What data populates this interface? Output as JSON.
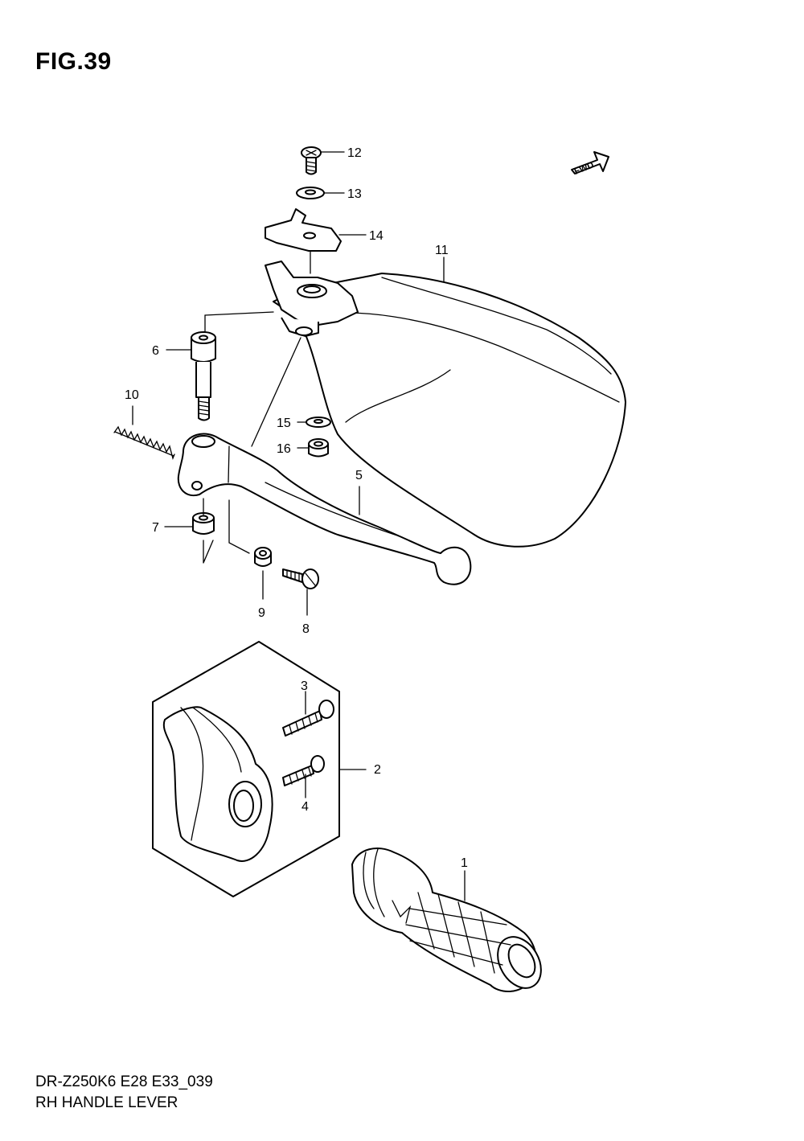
{
  "figure": {
    "title": "FIG.39"
  },
  "footer": {
    "code": "DR-Z250K6 E28 E33_039",
    "caption": "RH HANDLE LEVER"
  },
  "fwd_arrow": {
    "label": "FWD"
  },
  "callouts": [
    {
      "id": "c12",
      "label": "12"
    },
    {
      "id": "c13",
      "label": "13"
    },
    {
      "id": "c14",
      "label": "14"
    },
    {
      "id": "c11",
      "label": "11"
    },
    {
      "id": "c6",
      "label": "6"
    },
    {
      "id": "c10",
      "label": "10"
    },
    {
      "id": "c15",
      "label": "15"
    },
    {
      "id": "c16",
      "label": "16"
    },
    {
      "id": "c5",
      "label": "5"
    },
    {
      "id": "c7",
      "label": "7"
    },
    {
      "id": "c9",
      "label": "9"
    },
    {
      "id": "c8",
      "label": "8"
    },
    {
      "id": "c3",
      "label": "3"
    },
    {
      "id": "c2",
      "label": "2"
    },
    {
      "id": "c4",
      "label": "4"
    },
    {
      "id": "c1",
      "label": "1"
    }
  ]
}
